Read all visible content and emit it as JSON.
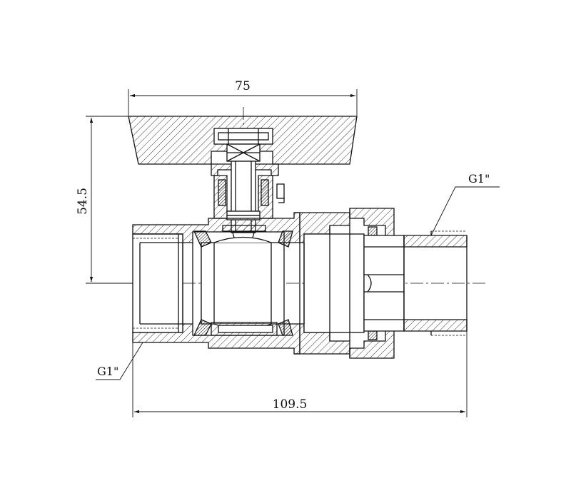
{
  "drawing": {
    "colors": {
      "line": "#111111",
      "background": "#ffffff"
    },
    "dimensions": {
      "handle_width": "75",
      "total_length": "109.5",
      "height": "54.5"
    },
    "callouts": {
      "right_thread": "G1\"",
      "left_thread": "G1\""
    }
  }
}
